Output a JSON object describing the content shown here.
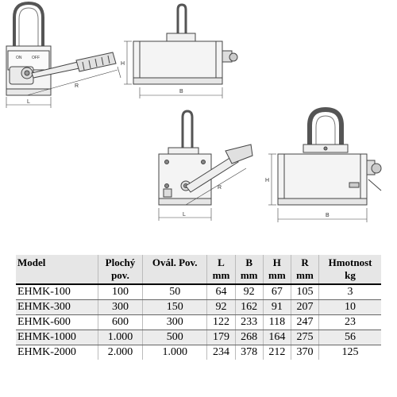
{
  "drawing_labels": {
    "on": "ON",
    "off": "OFF",
    "r": "R",
    "l": "L",
    "b": "B",
    "h": "H"
  },
  "table": {
    "headers": [
      {
        "line1": "Model",
        "line2": ""
      },
      {
        "line1": "Plochý",
        "line2": "pov."
      },
      {
        "line1": "Ovál. Pov.",
        "line2": ""
      },
      {
        "line1": "L",
        "line2": "mm"
      },
      {
        "line1": "B",
        "line2": "mm"
      },
      {
        "line1": "H",
        "line2": "mm"
      },
      {
        "line1": "R",
        "line2": "mm"
      },
      {
        "line1": "Hmotnost",
        "line2": "kg"
      }
    ],
    "rows": [
      [
        "EHMK-100",
        "100",
        "50",
        "64",
        "92",
        "67",
        "105",
        "3"
      ],
      [
        "EHMK-300",
        "300",
        "150",
        "92",
        "162",
        "91",
        "207",
        "10"
      ],
      [
        "EHMK-600",
        "600",
        "300",
        "122",
        "233",
        "118",
        "247",
        "23"
      ],
      [
        "EHMK-1000",
        "1.000",
        "500",
        "179",
        "268",
        "164",
        "275",
        "56"
      ],
      [
        "EHMK-2000",
        "2.000",
        "1.000",
        "234",
        "378",
        "212",
        "370",
        "125"
      ]
    ]
  }
}
